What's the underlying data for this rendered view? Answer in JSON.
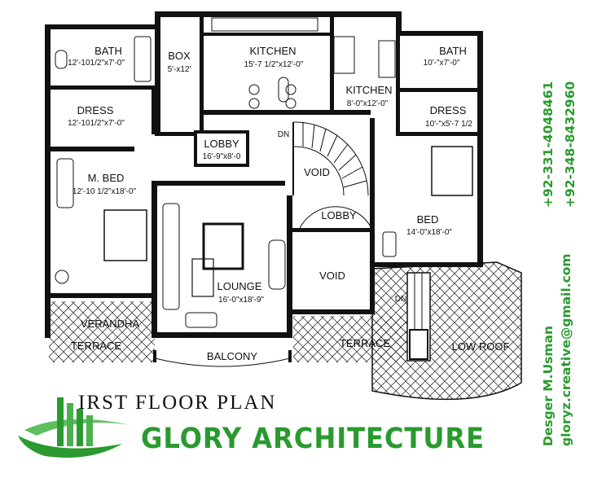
{
  "plan_title": "IRST FLOOR PLAN",
  "brand": "GLORY ARCHITECTURE",
  "designer": "Desger M.Usman",
  "email": "gloryz.creative@gmail.com",
  "phone_1": "+92-331-4048461",
  "phone_2": "+92-348-8432960",
  "rooms": {
    "bath_left": {
      "name": "BATH",
      "size": "12'-101/2\"x7'-0\""
    },
    "dress_left": {
      "name": "DRESS",
      "size": "12'-101/2\"x7'-0\""
    },
    "box": {
      "name": "BOX",
      "size": "5'-x12'"
    },
    "kitchen_main": {
      "name": "KITCHEN",
      "size": "15'-7 1/2\"x12'-0\""
    },
    "kitchen_small": {
      "name": "KITCHEN",
      "size": "8'-0\"x12'-0\""
    },
    "bath_right": {
      "name": "BATH",
      "size": "10'-\"x7'-0\""
    },
    "dress_right": {
      "name": "DRESS",
      "size": "10'-\"x5'-7 1/2"
    },
    "lobby_top": {
      "name": "LOBBY",
      "size": "16'-9\"x8'-0"
    },
    "master_bed": {
      "name": "M. BED",
      "size": "12'-10 1/2\"x18'-0\""
    },
    "void_top": {
      "name": "VOID"
    },
    "lobby_mid": {
      "name": "LOBBY"
    },
    "bed": {
      "name": "BED",
      "size": "14'-0\"x18'-0\""
    },
    "lounge": {
      "name": "LOUNGE",
      "size": "16'-0\"x18'-9\""
    },
    "void_bottom": {
      "name": "VOID"
    },
    "verandha": {
      "name": "VERANDHA"
    },
    "terrace_left": {
      "name": "TERRACE"
    },
    "terrace_right": {
      "name": "TERRACE"
    },
    "balcony": {
      "name": "BALCONY"
    },
    "low_roof": {
      "name": "LOW ROOF"
    }
  },
  "stair_labels": {
    "dn_top": "DN",
    "dn_bottom": "DN"
  },
  "colors": {
    "brand_green": "#2a9a2f",
    "wall": "#111111",
    "hatch": "#333333"
  }
}
